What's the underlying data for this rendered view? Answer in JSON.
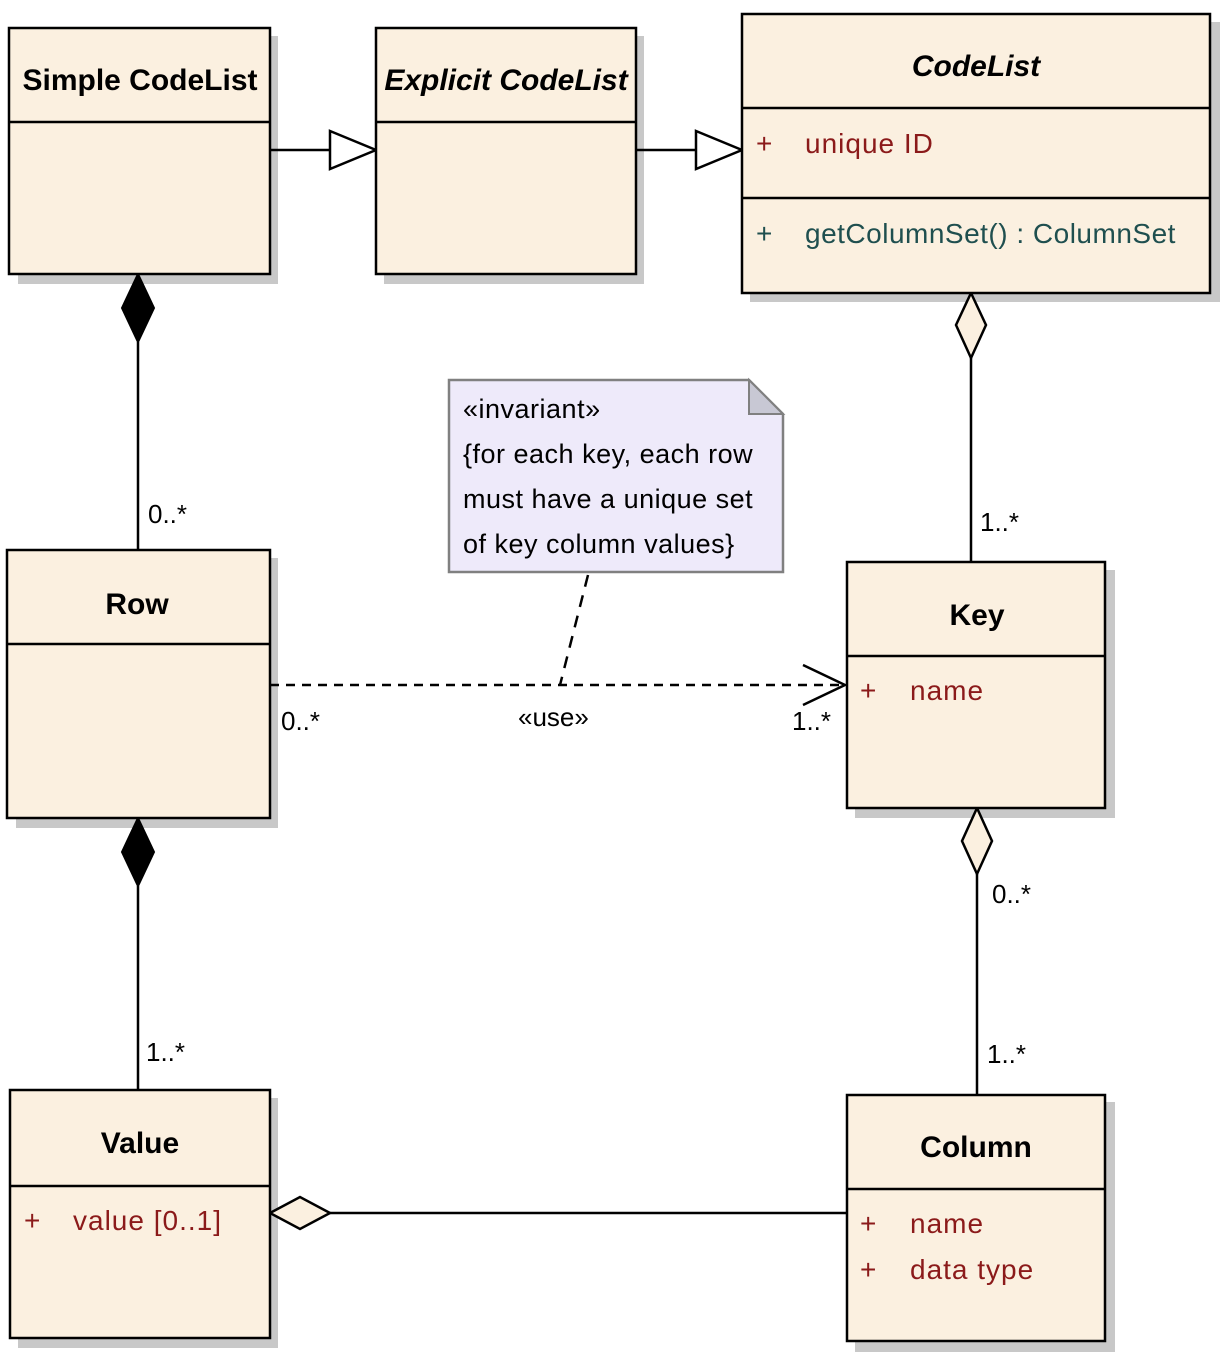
{
  "classes": {
    "simple_codelist": {
      "name": "Simple CodeList"
    },
    "explicit_codelist": {
      "name": "Explicit CodeList"
    },
    "codelist": {
      "name": "CodeList",
      "attributes": [
        {
          "visibility": "+",
          "text": "unique ID"
        }
      ],
      "operations": [
        {
          "visibility": "+",
          "text": "getColumnSet() : ColumnSet"
        }
      ]
    },
    "row": {
      "name": "Row"
    },
    "key": {
      "name": "Key",
      "attributes": [
        {
          "visibility": "+",
          "text": "name"
        }
      ]
    },
    "value": {
      "name": "Value",
      "attributes": [
        {
          "visibility": "+",
          "text": "value [0..1]"
        }
      ]
    },
    "column": {
      "name": "Column",
      "attributes": [
        {
          "visibility": "+",
          "text": "name"
        },
        {
          "visibility": "+",
          "text": "data type"
        }
      ]
    }
  },
  "note": {
    "lines": [
      "«invariant»",
      "{for each key, each row",
      "must have a unique set",
      "of key column values}"
    ]
  },
  "relations": {
    "simplecodelist_row": {
      "target_mult": "0..*"
    },
    "codelist_key": {
      "target_mult": "1..*"
    },
    "row_key_use": {
      "stereotype": "«use»",
      "source_mult": "0..*",
      "target_mult": "1..*"
    },
    "key_column": {
      "source_mult": "0..*",
      "target_mult": "1..*"
    },
    "row_value": {
      "target_mult": "1..*"
    }
  },
  "colors": {
    "class_fill": "#fbf0e0",
    "note_fill": "#eeeafa",
    "attribute_text": "#8b1a1a",
    "operation_text": "#1f4f4f"
  }
}
